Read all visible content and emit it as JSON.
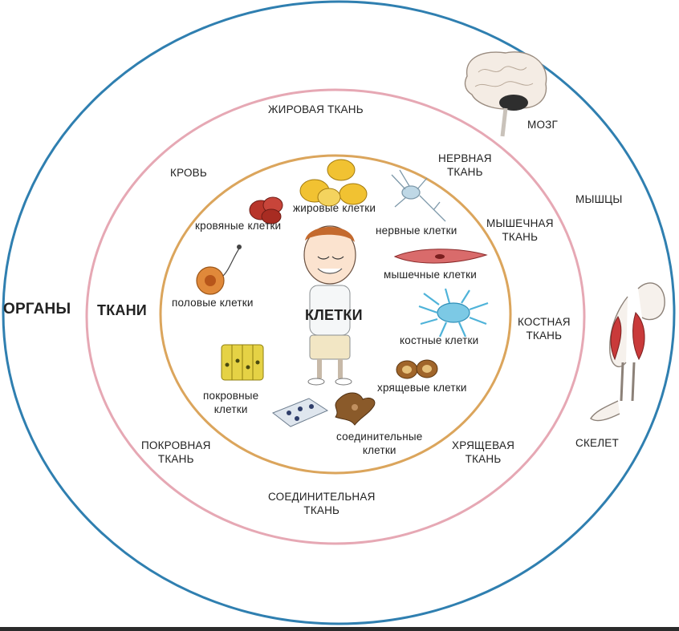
{
  "rings": {
    "organs": {
      "label": "ОРГАНЫ",
      "color": "#2f7fb0"
    },
    "tissues": {
      "label": "ТКАНИ",
      "color": "#e6a8b4"
    },
    "cells": {
      "label": "КЛЕТКИ",
      "color": "#dba55c"
    }
  },
  "organ_labels": {
    "brain": "МОЗГ",
    "muscles": "МЫШЦЫ",
    "skeleton": "СКЕЛЕТ"
  },
  "tissue_labels": {
    "fat": "ЖИРОВАЯ ТКАНЬ",
    "blood": "КРОВЬ",
    "nerve": "НЕРВНАЯ\nТКАНЬ",
    "muscle": "МЫШЕЧНАЯ\nТКАНЬ",
    "bone": "КОСТНАЯ\nТКАНЬ",
    "cartilage": "ХРЯЩЕВАЯ\nТКАНЬ",
    "connective": "СОЕДИНИТЕЛЬНАЯ\nТКАНЬ",
    "epithelial": "ПОКРОВНАЯ\nТКАНЬ"
  },
  "cell_labels": {
    "fat": "жировые клетки",
    "blood": "кровяные клетки",
    "nerve": "нервные клетки",
    "muscle": "мышечные клетки",
    "germ": "половые клетки",
    "bone": "костные клетки",
    "cartilage": "хрящевые клетки",
    "epithelial": "покровные\nклетки",
    "connective": "соединительные\nклетки"
  },
  "colors": {
    "fat_cell": "#f1c232",
    "blood_cell": "#b8352a",
    "nerve_cell": "#bfd8e6",
    "muscle_cell": "#d96b6b",
    "germ_cell": "#e0893a",
    "bone_cell": "#4fb3d9",
    "cartilage_cell": "#a0652a",
    "epithelial_cell": "#e5d245",
    "connective_cell": "#8a5a2a"
  }
}
